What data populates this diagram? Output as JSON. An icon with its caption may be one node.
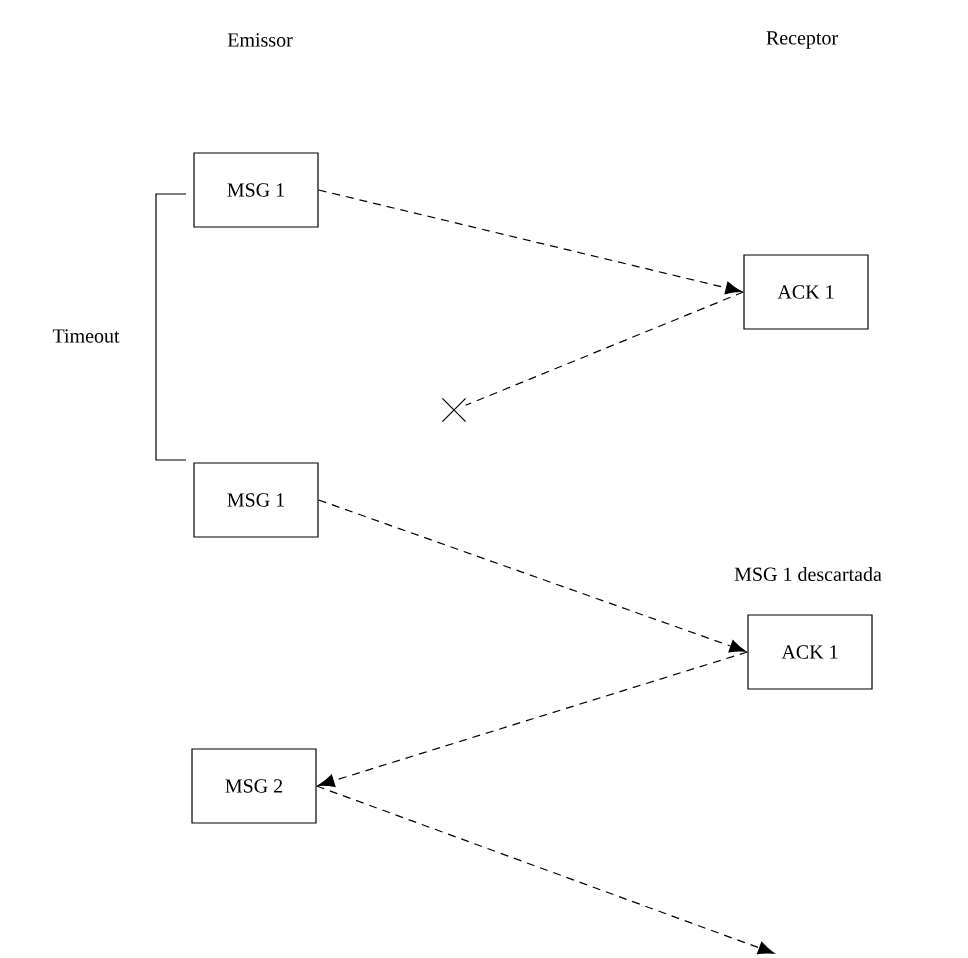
{
  "diagram": {
    "nodes": [
      {
        "text": [
          "MSG 1"
        ]
      },
      {
        "text": [
          "ACK 1"
        ]
      },
      {
        "text": [],
        "shape": "cross"
      },
      {
        "text": [
          "MSG 1"
        ]
      },
      {
        "text": [
          "ACK 1"
        ],
        "beside": [
          "MSG 1 descartada"
        ]
      },
      {
        "text": [
          "MSG 2"
        ]
      }
    ],
    "edges": [
      {
        "from": 0,
        "to": 1,
        "arrow": "to",
        "style": "dashed"
      },
      {
        "from": 1,
        "to": 2,
        "arrow": "none",
        "style": "dashed"
      },
      {
        "from": 3,
        "to": 4,
        "arrow": "to",
        "style": "dashed"
      },
      {
        "from": 4,
        "to": 5,
        "arrow": "to",
        "style": "dashed"
      },
      {
        "from": 5,
        "to": null,
        "arrow": "to",
        "style": "dashed"
      }
    ],
    "labels": [
      "Emissor",
      "Receptor",
      "Timeout"
    ]
  }
}
